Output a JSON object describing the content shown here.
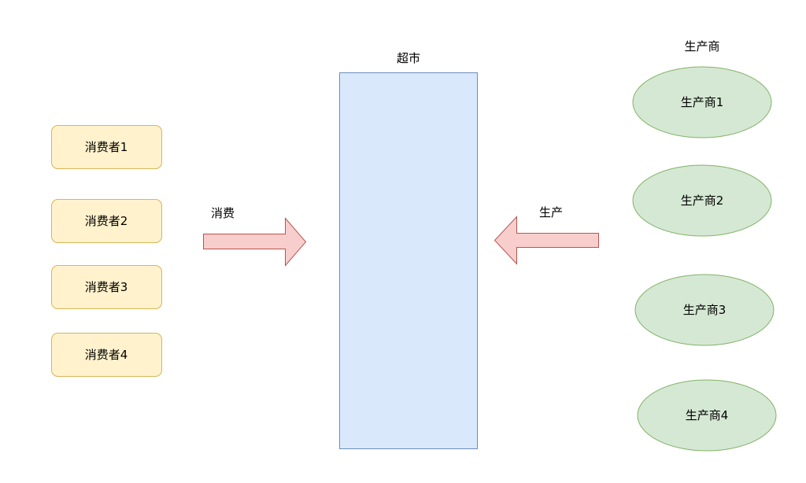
{
  "colors": {
    "consumer_fill": "#fff2cc",
    "consumer_stroke": "#d6b656",
    "market_fill": "#dae8fc",
    "market_stroke": "#6c8ebf",
    "producer_fill": "#d5e8d4",
    "producer_stroke": "#82b366",
    "arrow_fill": "#f8cecc",
    "arrow_stroke": "#b85450"
  },
  "consumers": [
    "消费者1",
    "消费者2",
    "消费者3",
    "消费者4"
  ],
  "market": {
    "label": "超市"
  },
  "producers_title": "生产商",
  "producers": [
    "生产商1",
    "生产商2",
    "生产商3",
    "生产商4"
  ],
  "arrows": {
    "consume": "消费",
    "produce": "生产"
  }
}
